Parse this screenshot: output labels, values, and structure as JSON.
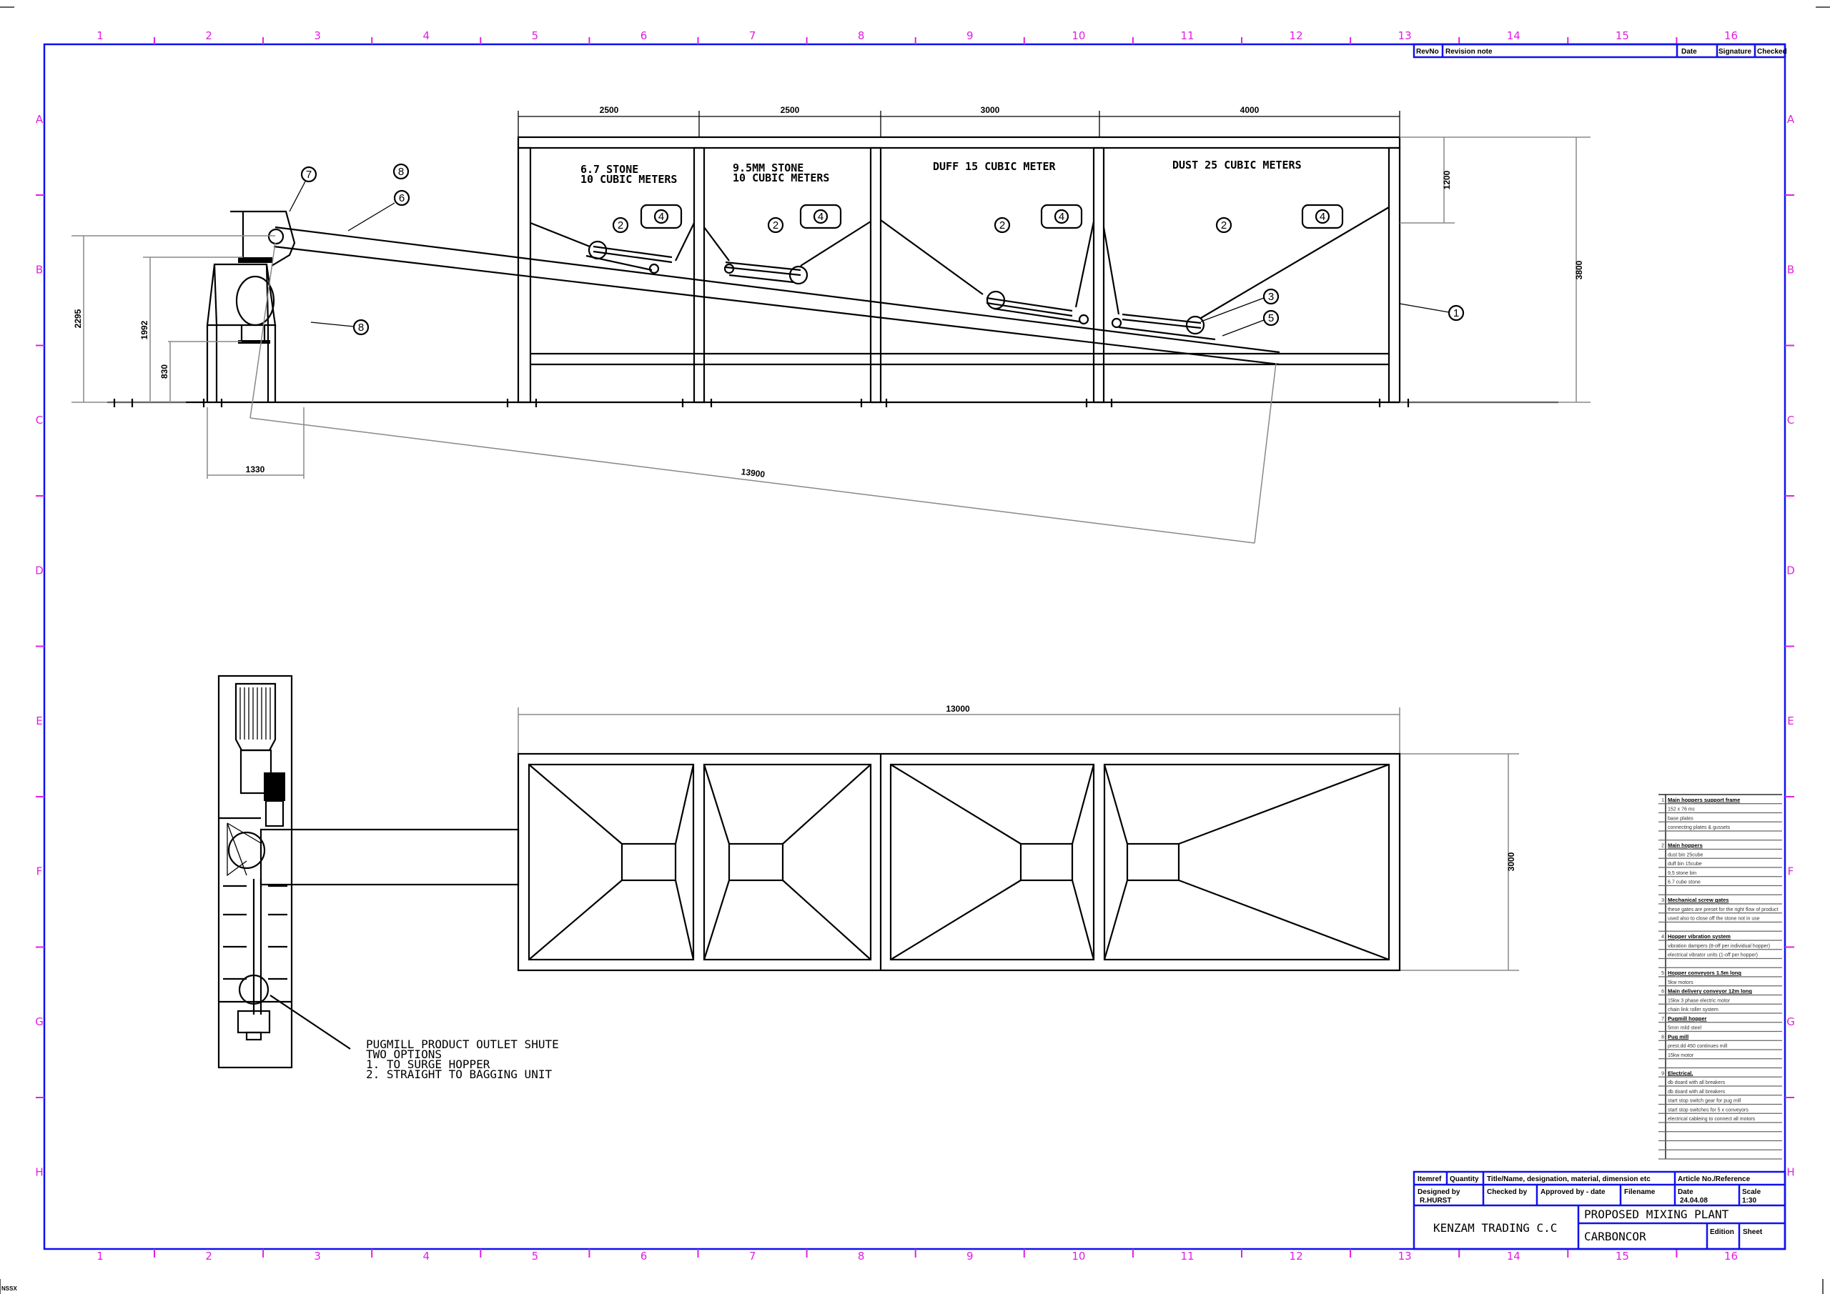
{
  "grid": {
    "columns": [
      "1",
      "2",
      "3",
      "4",
      "5",
      "6",
      "7",
      "8",
      "9",
      "10",
      "11",
      "12",
      "13",
      "14",
      "15",
      "16"
    ],
    "rows": [
      "A",
      "B",
      "C",
      "D",
      "E",
      "F",
      "G",
      "H"
    ]
  },
  "revision_header": {
    "rev_no": "RevNo",
    "note": "Revision note",
    "date": "Date",
    "signature": "Signature",
    "checked": "Checked"
  },
  "elevation": {
    "bins": [
      {
        "line1": "6.7 STONE",
        "line2": "10 CUBIC METERS"
      },
      {
        "line1": "9.5MM STONE",
        "line2": "10 CUBIC METERS"
      },
      {
        "line1": "DUFF 15 CUBIC METER",
        "line2": ""
      },
      {
        "line1": "DUST 25 CUBIC METERS",
        "line2": ""
      }
    ],
    "dimensions": {
      "bin1": "2500",
      "bin2": "2500",
      "bin3": "3000",
      "bin4": "4000",
      "height": "3800",
      "top": "1200",
      "h2295": "2295",
      "h1992": "1992",
      "h830": "830",
      "w1330": "1330",
      "conveyor": "13900"
    },
    "balloons": {
      "b1": "1",
      "b2": "2",
      "b3": "3",
      "b4": "4",
      "b5": "5",
      "b6": "6",
      "b7": "7",
      "b8": "8"
    }
  },
  "plan": {
    "dim_length": "13000",
    "dim_width": "3000",
    "note": [
      "PUGMILL PRODUCT OUTLET SHUTE",
      "TWO OPTIONS",
      "1. TO SURGE HOPPER",
      "2. STRAIGHT TO BAGGING UNIT"
    ]
  },
  "parts_list": [
    {
      "no": "1",
      "text": "Main hoppers support frame",
      "bold": true
    },
    {
      "text": "152 x 76 mc"
    },
    {
      "text": "base plates"
    },
    {
      "text": "connecting plates & gussets"
    },
    {
      "text": ""
    },
    {
      "no": "2",
      "text": "Main hoppers",
      "bold": true
    },
    {
      "text": "dust bin 25cube"
    },
    {
      "text": "duff bin 15cube"
    },
    {
      "text": "9,5 stone bin"
    },
    {
      "text": "6.7 cube stone"
    },
    {
      "text": ""
    },
    {
      "no": "3",
      "text": "Mechanical screw gates",
      "bold": true
    },
    {
      "text": "these gates are preset for the right flow of product"
    },
    {
      "text": "used also to close off the stone not in use"
    },
    {
      "text": ""
    },
    {
      "no": "4",
      "text": "Hopper vibration system",
      "bold": true
    },
    {
      "text": "vibration dampers (8-off per individual hopper)"
    },
    {
      "text": "electrical vibrator units (1-off per hopper)"
    },
    {
      "text": ""
    },
    {
      "no": "5",
      "text": "Hopper conveyors 1.5m long",
      "bold": true
    },
    {
      "text": "5kw motors"
    },
    {
      "no": "6",
      "text": "Main delivery conveyor  12m long",
      "bold": true
    },
    {
      "text": "15kw 3 phase electric motor"
    },
    {
      "text": "chain link roller system"
    },
    {
      "no": "7",
      "text": "Pugmill hopper",
      "bold": true
    },
    {
      "text": "5mm mild steel"
    },
    {
      "no": "8",
      "text": "Pug mill",
      "bold": true
    },
    {
      "text": "prest.dd 450 continues mill"
    },
    {
      "text": "15kw motor"
    },
    {
      "text": ""
    },
    {
      "no": "9",
      "text": "Electrical.",
      "bold": true
    },
    {
      "text": "db doard with all breakers"
    },
    {
      "text": "db doard with all breakers"
    },
    {
      "text": "start stop switch gear for pug mill"
    },
    {
      "text": "start stop switches for 5 x conveyors"
    },
    {
      "text": "electrical cableing to connect all motors"
    },
    {
      "text": ""
    },
    {
      "text": ""
    },
    {
      "text": ""
    },
    {
      "text": ""
    }
  ],
  "title_block": {
    "itemref": "Itemref",
    "quantity": "Quantity",
    "title_hdr": "Title/Name, designation, material, dimension etc",
    "article": "Article No./Reference",
    "designed_by_label": "Designed by",
    "designed_by": "R.HURST",
    "checked_by": "Checked by",
    "approved_by": "Approved by - date",
    "filename": "Filename",
    "date_label": "Date",
    "date": "24.04.08",
    "scale_label": "Scale",
    "scale": "1:30",
    "company": "KENZAM TRADING C.C",
    "title": "PROPOSED MIXING PLANT",
    "client": "CARBONCOR",
    "edition": "Edition",
    "sheet": "Sheet"
  },
  "corner_mark": "NSSX"
}
